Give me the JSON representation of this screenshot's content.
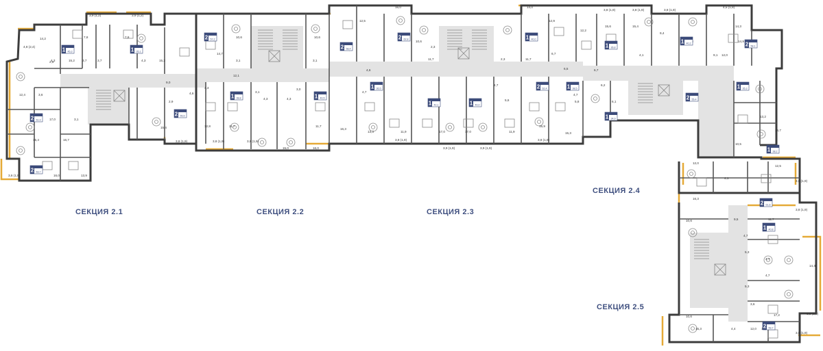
{
  "sections": [
    {
      "id": "2.1",
      "label": "СЕКЦИЯ 2.1"
    },
    {
      "id": "2.2",
      "label": "СЕКЦИЯ 2.2"
    },
    {
      "id": "2.3",
      "label": "СЕКЦИЯ 2.3"
    },
    {
      "id": "2.4",
      "label": "СЕКЦИЯ 2.4"
    },
    {
      "id": "2.5",
      "label": "СЕКЦИЯ 2.5"
    }
  ],
  "room_areas": {
    "s21": [
      "14,2",
      "4,8 (2,4)",
      "15,2",
      "4,3",
      "3,7",
      "3,7",
      "7,8",
      "7,8",
      "4,3",
      "15,2",
      "12,4",
      "3,6",
      "17,0",
      "15,4",
      "16,7",
      "3,1",
      "13,9",
      "16,0",
      "3,6 (1,9)",
      "2,5",
      "3,9 (1,2)",
      "3,9 (1,2)"
    ],
    "s22": [
      "14,7",
      "10,6",
      "3,1",
      "12,1",
      "4,3",
      "12,8",
      "11,7",
      "3,1",
      "4,3",
      "4,3",
      "3,0",
      "11,7",
      "15,4",
      "15,0",
      "16,0",
      "3,8 (1,9)",
      "3,8 (1,9)",
      "9,0",
      "4,6",
      "3,8 (1,9)",
      "2,9",
      "10,6",
      "3,1"
    ],
    "s23": [
      "12,5",
      "16,0",
      "10,6",
      "16,5",
      "4,6",
      "11,7",
      "2,3",
      "4,7",
      "5,6",
      "11,9",
      "13,3",
      "17,0",
      "17,0",
      "11,9",
      "5,6",
      "4,7",
      "15,9",
      "15,3",
      "2,3",
      "11,7",
      "3,9 (1,9)",
      "3,9 (1,9)",
      "3,8 (1,9)",
      "3,8 (1,9)",
      "16,3"
    ],
    "s24": [
      "10,6",
      "12,9",
      "14,0",
      "12,2",
      "6,7",
      "15,6",
      "15,4",
      "14,3",
      "9,4",
      "16,8",
      "9,1",
      "14,9",
      "6,7",
      "6,5",
      "12,0",
      "4,1",
      "4,7",
      "6,2",
      "5,8",
      "6,1",
      "13,2",
      "16,7",
      "10,5",
      "3,8 (1,9)",
      "3,8 (1,9)",
      "3,8 (1,9)",
      "4,5 (1,9)"
    ],
    "s25": [
      "12,0",
      "12,5",
      "4,1",
      "16,3",
      "10,6",
      "9,5",
      "11,7",
      "14,4",
      "4,7",
      "4,7",
      "3,6",
      "17,2",
      "10,6",
      "12,0",
      "15,3",
      "16,3",
      "3,8 (1,9)",
      "3,8 (1,9)",
      "4,7",
      "5,3",
      "5,3",
      "4,4",
      "3,8 (1,9)",
      "3,8 (1,9)"
    ]
  },
  "apartments": [
    {
      "id": "a1",
      "rooms": "1",
      "area": "45,3"
    },
    {
      "id": "a2",
      "rooms": "1",
      "area": "35,1"
    },
    {
      "id": "a3",
      "rooms": "2",
      "area": "61,9"
    },
    {
      "id": "a4",
      "rooms": "2",
      "area": "63,7"
    },
    {
      "id": "a5",
      "rooms": "2",
      "area": "55,5"
    },
    {
      "id": "a6",
      "rooms": "2",
      "area": "57,2"
    },
    {
      "id": "a7",
      "rooms": "1",
      "area": "38,8"
    },
    {
      "id": "a8",
      "rooms": "1",
      "area": "40,5"
    },
    {
      "id": "a9",
      "rooms": "2",
      "area": "58,4"
    },
    {
      "id": "a10",
      "rooms": "1",
      "area": "36,5"
    },
    {
      "id": "a11",
      "rooms": "2",
      "area": "62,8"
    },
    {
      "id": "a12",
      "rooms": "1",
      "area": "42,1"
    },
    {
      "id": "a13",
      "rooms": "1",
      "area": "40,0"
    },
    {
      "id": "a14",
      "rooms": "1",
      "area": "40,0"
    },
    {
      "id": "a15",
      "rooms": "2",
      "area": "62,4"
    },
    {
      "id": "a16",
      "rooms": "1",
      "area": "38,5"
    },
    {
      "id": "a17",
      "rooms": "1",
      "area": "36,8"
    },
    {
      "id": "a18",
      "rooms": "1",
      "area": "40,2"
    },
    {
      "id": "a19",
      "rooms": "2",
      "area": "58,1"
    },
    {
      "id": "a20",
      "rooms": "1",
      "area": "35,3"
    },
    {
      "id": "a21",
      "rooms": "2",
      "area": "55,4"
    },
    {
      "id": "a22",
      "rooms": "1",
      "area": "34,9"
    },
    {
      "id": "a23",
      "rooms": "1",
      "area": "38,2"
    },
    {
      "id": "a24",
      "rooms": "2",
      "area": "61,6"
    },
    {
      "id": "a25",
      "rooms": "1",
      "area": "40,8"
    },
    {
      "id": "a26",
      "rooms": "2",
      "area": "59,7"
    }
  ],
  "colors": {
    "wall": "#3c3c3c",
    "balcony": "#e5a936",
    "badge": "#3c4b7a",
    "core": "#e3e3e3",
    "text": "#3f4f7f",
    "room_line": "#555555"
  }
}
